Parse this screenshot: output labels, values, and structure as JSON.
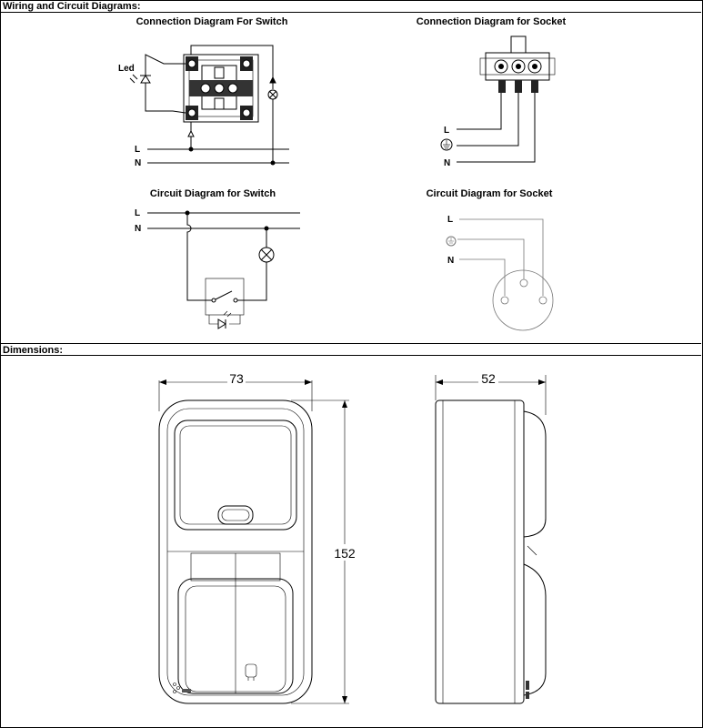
{
  "sections": {
    "wiring_title": "Wiring and Circuit Diagrams:",
    "dimensions_title": "Dimensions:"
  },
  "diagrams": {
    "switch_connection_title": "Connection Diagram For Switch",
    "socket_connection_title": "Connection Diagram for Socket",
    "switch_circuit_title": "Circuit Diagram for Switch",
    "socket_circuit_title": "Circuit Diagram for Socket"
  },
  "labels": {
    "led": "Led",
    "live": "L",
    "neutral": "N"
  },
  "dimensions": {
    "width": "73",
    "depth": "52",
    "height": "152"
  },
  "icons": [
    "led-icon",
    "lamp-icon",
    "earth-icon",
    "arrow-icon"
  ]
}
